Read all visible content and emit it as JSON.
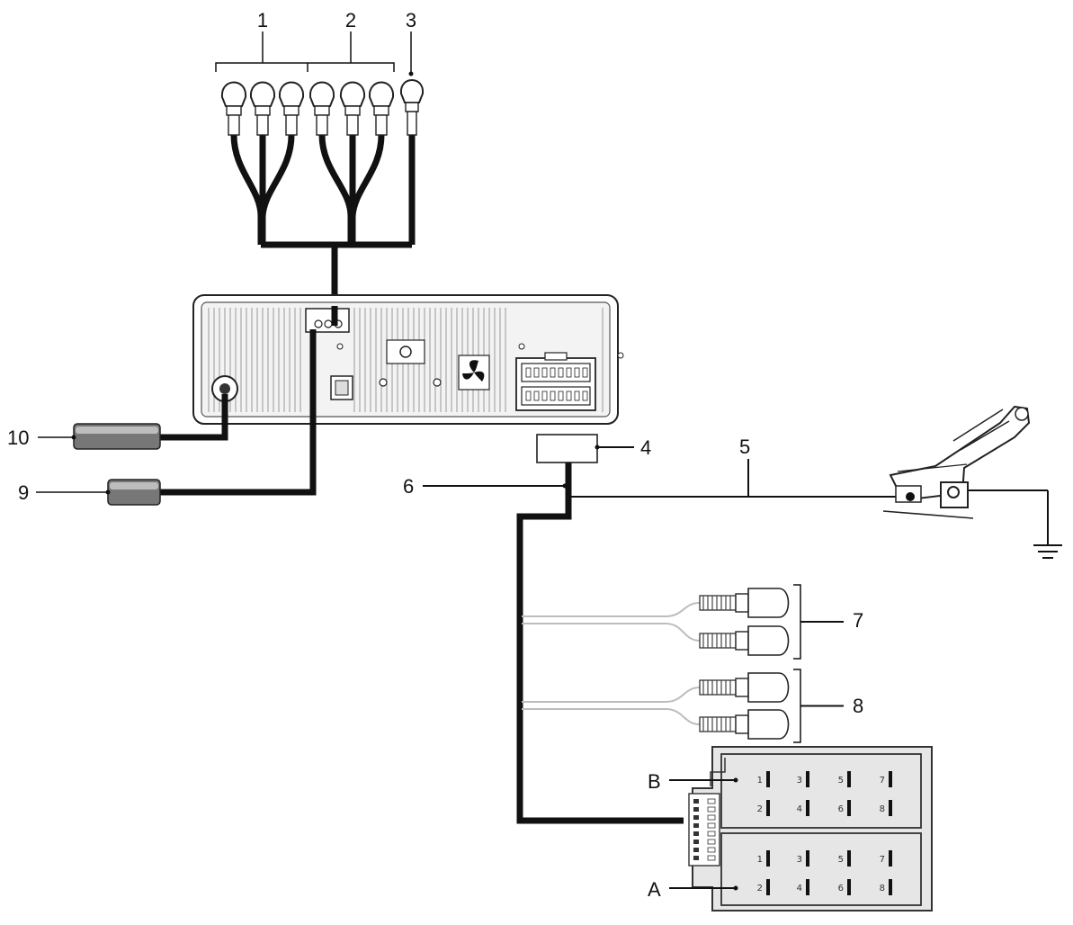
{
  "labels": {
    "rca_group_1": "1",
    "rca_group_2": "2",
    "rca_3": "3",
    "box_4": "4",
    "wire_5": "5",
    "wire_6": "6",
    "rca_group_7": "7",
    "rca_group_8": "8",
    "connector_9": "9",
    "connector_10": "10",
    "iso_block_b": "B",
    "iso_block_a": "A"
  },
  "iso_pins": {
    "top_row": [
      "1",
      "3",
      "5",
      "7"
    ],
    "bottom_row": [
      "2",
      "4",
      "6",
      "8"
    ]
  }
}
